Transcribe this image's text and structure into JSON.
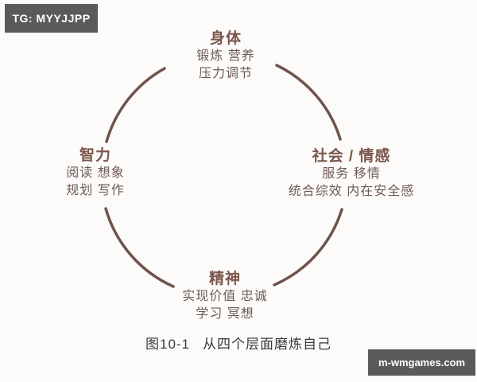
{
  "page": {
    "background_color": "#fcfbfa"
  },
  "watermark_badges": {
    "top_left": {
      "label": "TG: MYYJJPP",
      "bg_color": "#5a5a5a",
      "text_color": "#ffffff"
    },
    "bottom_right": {
      "label": "m-wmgames.com",
      "bg_color": "#5a5a5a",
      "text_color": "#ffffff"
    }
  },
  "diagram": {
    "type": "circular-cycle-four-quadrants",
    "arc_color": "#6e544a",
    "heading_color": "#7b564b",
    "subtext_color": "#6e5a52",
    "nodes": [
      {
        "position": "top",
        "title": "身体",
        "lines": [
          "锻炼 营养",
          "压力调节"
        ]
      },
      {
        "position": "right",
        "title": "社会 / 情感",
        "lines": [
          "服务 移情",
          "统合综效 内在安全感"
        ]
      },
      {
        "position": "bottom",
        "title": "精神",
        "lines": [
          "实现价值 忠诚",
          "学习 冥想"
        ]
      },
      {
        "position": "left",
        "title": "智力",
        "lines": [
          "阅读 想象",
          "规划 写作"
        ]
      }
    ]
  },
  "caption": {
    "figure_number": "图10-1",
    "title": "从四个层面磨炼自己",
    "color": "#3c3936"
  }
}
